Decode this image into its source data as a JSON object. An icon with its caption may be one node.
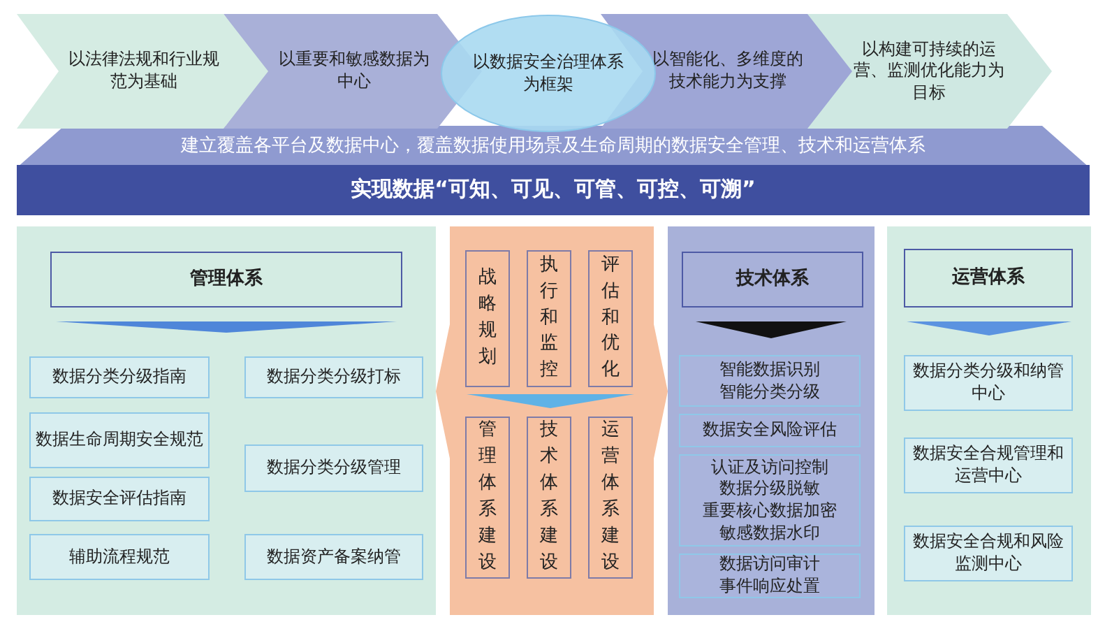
{
  "diagram": {
    "nodes": [
      {
        "text": [
          "以法律法规和行业规范为基础"
        ]
      },
      {
        "text": [
          "以重要和敏感数据为中心"
        ]
      },
      {
        "text": [
          "以数据安全治理体系为框架"
        ]
      },
      {
        "text": [
          "以智能化、多维度的技术能力为支撑"
        ]
      },
      {
        "text": [
          "以构建可持续的运营、监测优化能力为目标"
        ]
      },
      {
        "text": [
          "建立覆盖各平台及数据中心，覆盖数据使用场景及生命周期的数据安全管理、技术和运营体系"
        ]
      },
      {
        "text": [
          "实现数据“可知、可见、可管、可控、可溯”"
        ]
      },
      {
        "text": [],
        "shape": "box"
      },
      {
        "text": [
          "管理体系"
        ],
        "in": 7
      },
      {
        "text": [
          "数据分类分级指南"
        ],
        "in": 7
      },
      {
        "text": [
          "数据生命周期安全规范"
        ],
        "in": 7
      },
      {
        "text": [
          "数据安全评估指南"
        ],
        "in": 7
      },
      {
        "text": [
          "辅助流程规范"
        ],
        "in": 7
      },
      {
        "text": [
          "数据分类分级打标"
        ],
        "in": 7
      },
      {
        "text": [
          "数据分类分级管理"
        ],
        "in": 7
      },
      {
        "text": [
          "数据资产备案纳管"
        ],
        "in": 7
      },
      {
        "text": [],
        "shape": "hexagon"
      },
      {
        "text": [
          "战略规划"
        ],
        "in": 16
      },
      {
        "text": [
          "执行和监控"
        ],
        "in": 16
      },
      {
        "text": [
          "评估和优化"
        ],
        "in": 16
      },
      {
        "text": [
          "管理体系建设"
        ],
        "in": 16
      },
      {
        "text": [
          "技术体系建设"
        ],
        "in": 16
      },
      {
        "text": [
          "运营体系建设"
        ],
        "in": 16
      },
      {
        "text": [],
        "shape": "box"
      },
      {
        "text": [
          "技术体系"
        ],
        "in": 23
      },
      {
        "text": [
          "智能数据识别",
          "智能分类分级"
        ],
        "in": 23
      },
      {
        "text": [
          "数据安全风险评估"
        ],
        "in": 23
      },
      {
        "text": [
          "认证及访问控制",
          "数据分级脱敏",
          "重要核心数据加密",
          "敏感数据水印"
        ],
        "in": 23
      },
      {
        "text": [
          "数据访问审计",
          "事件响应处置"
        ],
        "in": 23
      },
      {
        "text": [],
        "shape": "box"
      },
      {
        "text": [
          "运营体系"
        ],
        "in": 29
      },
      {
        "text": [
          "数据分类分级和纳管中心"
        ],
        "in": 29
      },
      {
        "text": [
          "数据安全合规管理和运营中心"
        ],
        "in": 29
      },
      {
        "text": [
          "数据安全合规和风险监测中心"
        ],
        "in": 29
      },
      {
        "text": [],
        "shape": "triangle",
        "in": 7
      },
      {
        "text": [],
        "shape": "triangle",
        "in": 16
      },
      {
        "text": [],
        "shape": "triangle",
        "in": 23
      },
      {
        "text": [],
        "shape": "triangle",
        "in": 29
      }
    ]
  }
}
